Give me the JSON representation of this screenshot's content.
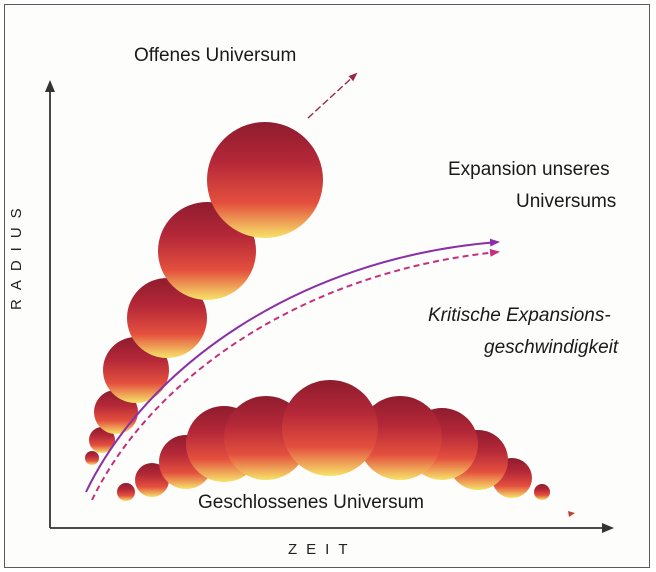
{
  "labels": {
    "open_universe": "Offenes Universum",
    "our_universe_line1": "Expansion unseres",
    "our_universe_line2": "Universums",
    "critical_line1": "Kritische Expansions-",
    "critical_line2": "geschwindigkeit",
    "closed_universe": "Geschlossenes Universum"
  },
  "axes": {
    "y_label": "RADIUS",
    "x_label": "ZEIT"
  },
  "colors": {
    "sphere_dark": "#8e1c2e",
    "sphere_mid": "#d8343c",
    "sphere_light": "#f7e36a",
    "curve_purple": "#8a2fa8",
    "curve_magenta": "#c62f7a",
    "axis": "#333333"
  }
}
